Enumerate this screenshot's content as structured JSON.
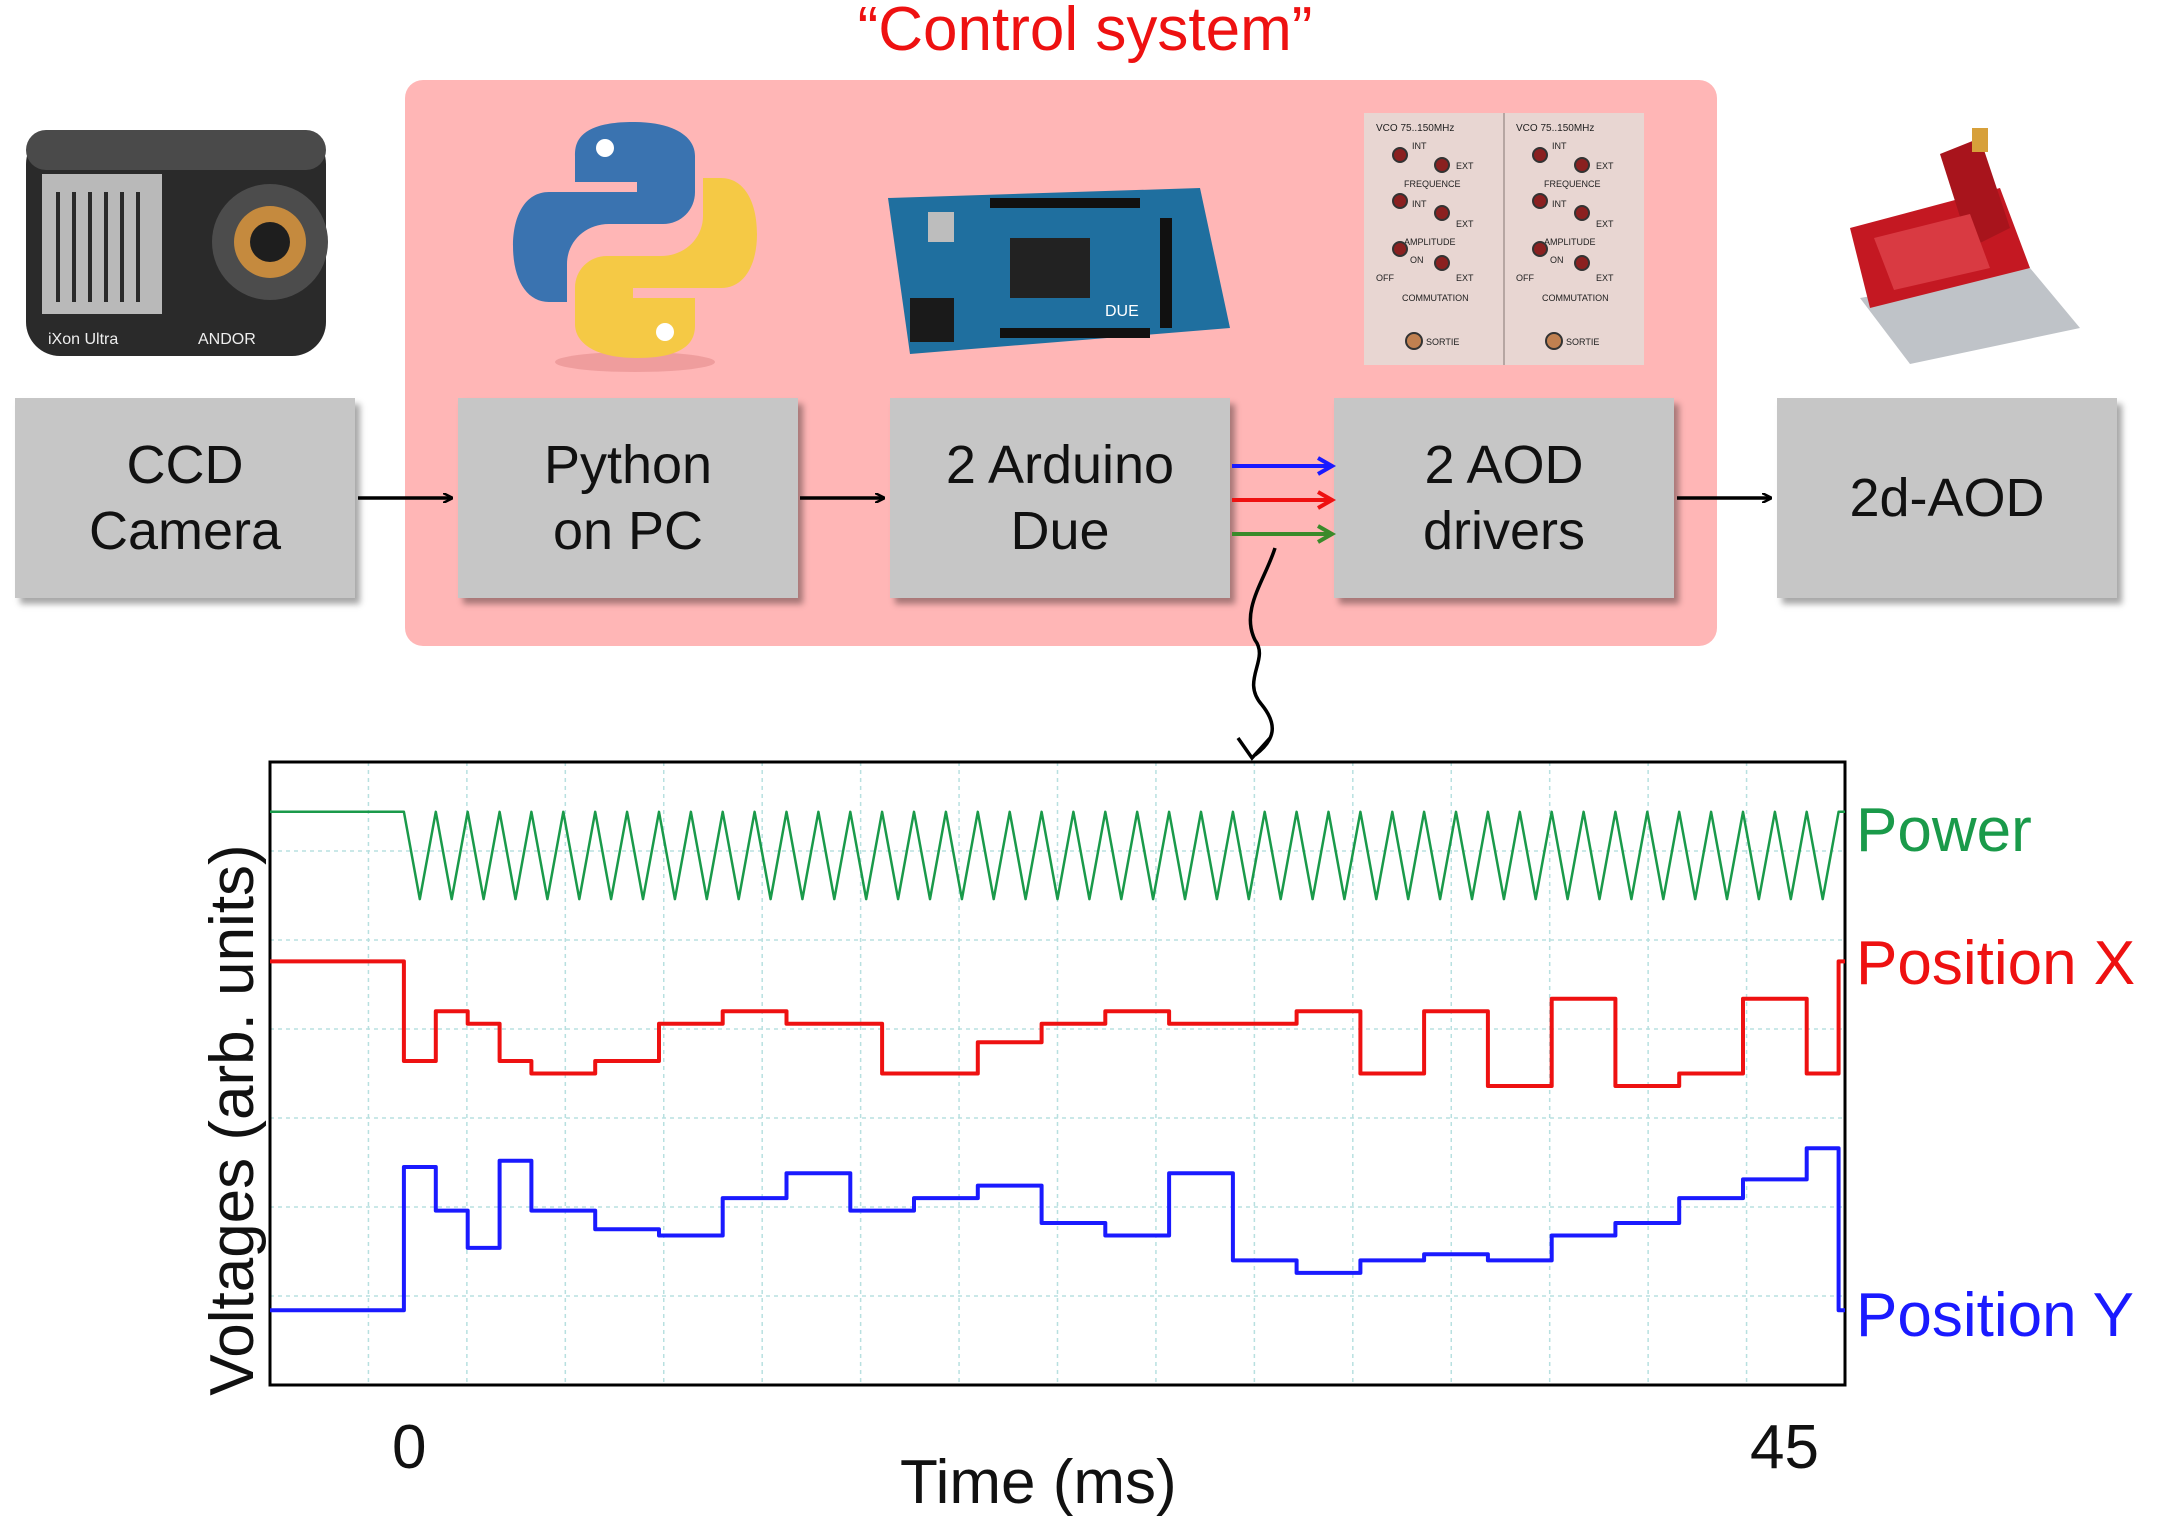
{
  "region": {
    "title": "“Control system”",
    "color": "#ffb6b6"
  },
  "blocks": [
    {
      "id": "ccd",
      "label": "CCD\nCamera"
    },
    {
      "id": "python",
      "label": "Python\non PC"
    },
    {
      "id": "arduino",
      "label": "2 Arduino\nDue"
    },
    {
      "id": "drivers",
      "label": "2 AOD\ndrivers"
    },
    {
      "id": "aod",
      "label": "2d-AOD"
    }
  ],
  "photos": [
    {
      "name": "ccd-camera-image",
      "caption": "iXon Ultra",
      "brand": "ANDOR"
    },
    {
      "name": "python-logo-image"
    },
    {
      "name": "arduino-due-board-image",
      "caption": "DUE"
    },
    {
      "name": "aod-driver-panel-image",
      "panels": [
        {
          "title": "VCO 75..150MHz",
          "rows": [
            "INT",
            "EXT",
            "FREQUENCE",
            "INT",
            "EXT",
            "AMPLITUDE",
            "ON",
            "OFF",
            "EXT",
            "COMMUTATION",
            "SORTIE"
          ]
        },
        {
          "title": "VCO 75..150MHz",
          "rows": [
            "INT",
            "EXT",
            "FREQUENCE",
            "INT",
            "EXT",
            "AMPLITUDE",
            "ON",
            "OFF",
            "EXT",
            "COMMUTATION",
            "SORTIE"
          ]
        }
      ]
    },
    {
      "name": "aod-device-image"
    }
  ],
  "signal_arrows": [
    {
      "color": "#1a1aff"
    },
    {
      "color": "#ee1111"
    },
    {
      "color": "#3a8a2a"
    }
  ],
  "chart_data": {
    "type": "line",
    "xlabel": "Time (ms)",
    "ylabel": "Voltages (arb. units)",
    "xtick_labels": [
      "0",
      "45"
    ],
    "xlim": [
      -4.2,
      45.2
    ],
    "ylim": [
      0,
      1
    ],
    "grid": true,
    "series": [
      {
        "name": "Power",
        "color": "#1a9a4a",
        "kind": "triangle",
        "baseline": 0.92,
        "low": 0.78,
        "periods": 45
      },
      {
        "name": "Position X",
        "color": "#ee1111",
        "kind": "steps",
        "before": 0.68,
        "after": 0.68,
        "x": [
          0,
          1,
          2,
          3,
          4,
          6,
          8,
          10,
          12,
          15,
          18,
          20,
          22,
          24,
          26,
          28,
          30,
          32,
          34,
          36,
          38,
          40,
          42,
          44
        ],
        "y": [
          0.52,
          0.6,
          0.58,
          0.52,
          0.5,
          0.52,
          0.58,
          0.6,
          0.58,
          0.5,
          0.55,
          0.58,
          0.6,
          0.58,
          0.58,
          0.6,
          0.5,
          0.6,
          0.48,
          0.62,
          0.48,
          0.5,
          0.62,
          0.5
        ]
      },
      {
        "name": "Position Y",
        "color": "#1a1aff",
        "kind": "steps",
        "before": 0.12,
        "after": 0.12,
        "x": [
          0,
          1,
          2,
          3,
          4,
          6,
          8,
          10,
          12,
          14,
          16,
          18,
          20,
          22,
          24,
          26,
          28,
          30,
          32,
          34,
          36,
          38,
          40,
          42,
          44
        ],
        "y": [
          0.35,
          0.28,
          0.22,
          0.36,
          0.28,
          0.25,
          0.24,
          0.3,
          0.34,
          0.28,
          0.3,
          0.32,
          0.26,
          0.24,
          0.34,
          0.2,
          0.18,
          0.2,
          0.21,
          0.2,
          0.24,
          0.26,
          0.3,
          0.33,
          0.38
        ]
      }
    ]
  }
}
